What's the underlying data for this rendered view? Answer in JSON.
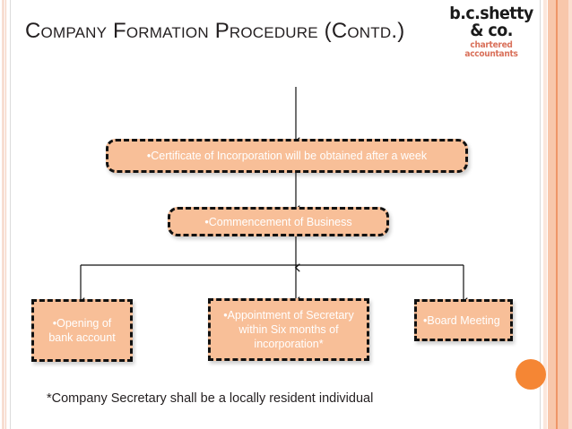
{
  "slide": {
    "title": "Company Formation Procedure (Contd.)",
    "footnote": "*Company Secretary shall be a locally resident individual",
    "background_color": "#ffffff"
  },
  "logo": {
    "name": "b.c.shetty & co.",
    "tagline": "chartered accountants",
    "name_color": "#1a1a1a",
    "tagline_color": "#d9705a"
  },
  "theme": {
    "box_fill": "#f8bf98",
    "box_border": "#111111",
    "box_text_color": "#ffffff",
    "accent_circle_color": "#f58634",
    "edge_band_color": "#f8c7ab",
    "edge_line_color": "#ef9668",
    "connector_color": "#111111"
  },
  "flowchart": {
    "boxes": [
      {
        "id": "certificate",
        "text": "•Certificate of Incorporation will be obtained after a week",
        "shape": "rounded-rectangle"
      },
      {
        "id": "commencement",
        "text": "•Commencement of  Business",
        "shape": "rounded-rectangle"
      },
      {
        "id": "bank-account",
        "line1": "•Opening of",
        "line2": "bank account",
        "shape": "rectangle"
      },
      {
        "id": "secretary",
        "line1": "•Appointment of Secretary",
        "line2": "within Six months of",
        "line3": "incorporation*",
        "shape": "rectangle"
      },
      {
        "id": "board-meeting",
        "text": "•Board Meeting",
        "shape": "rectangle"
      }
    ],
    "connectors": [
      {
        "id": "into-certificate",
        "type": "arrow-down"
      },
      {
        "id": "certificate-to-commencement",
        "type": "arrow-down"
      },
      {
        "id": "commencement-to-branch",
        "type": "arrow-down"
      },
      {
        "id": "branch-to-bank-account",
        "type": "elbow-arrow-left"
      },
      {
        "id": "branch-to-secretary",
        "type": "arrow-down"
      },
      {
        "id": "branch-to-board-meeting",
        "type": "elbow-arrow-right"
      }
    ]
  }
}
